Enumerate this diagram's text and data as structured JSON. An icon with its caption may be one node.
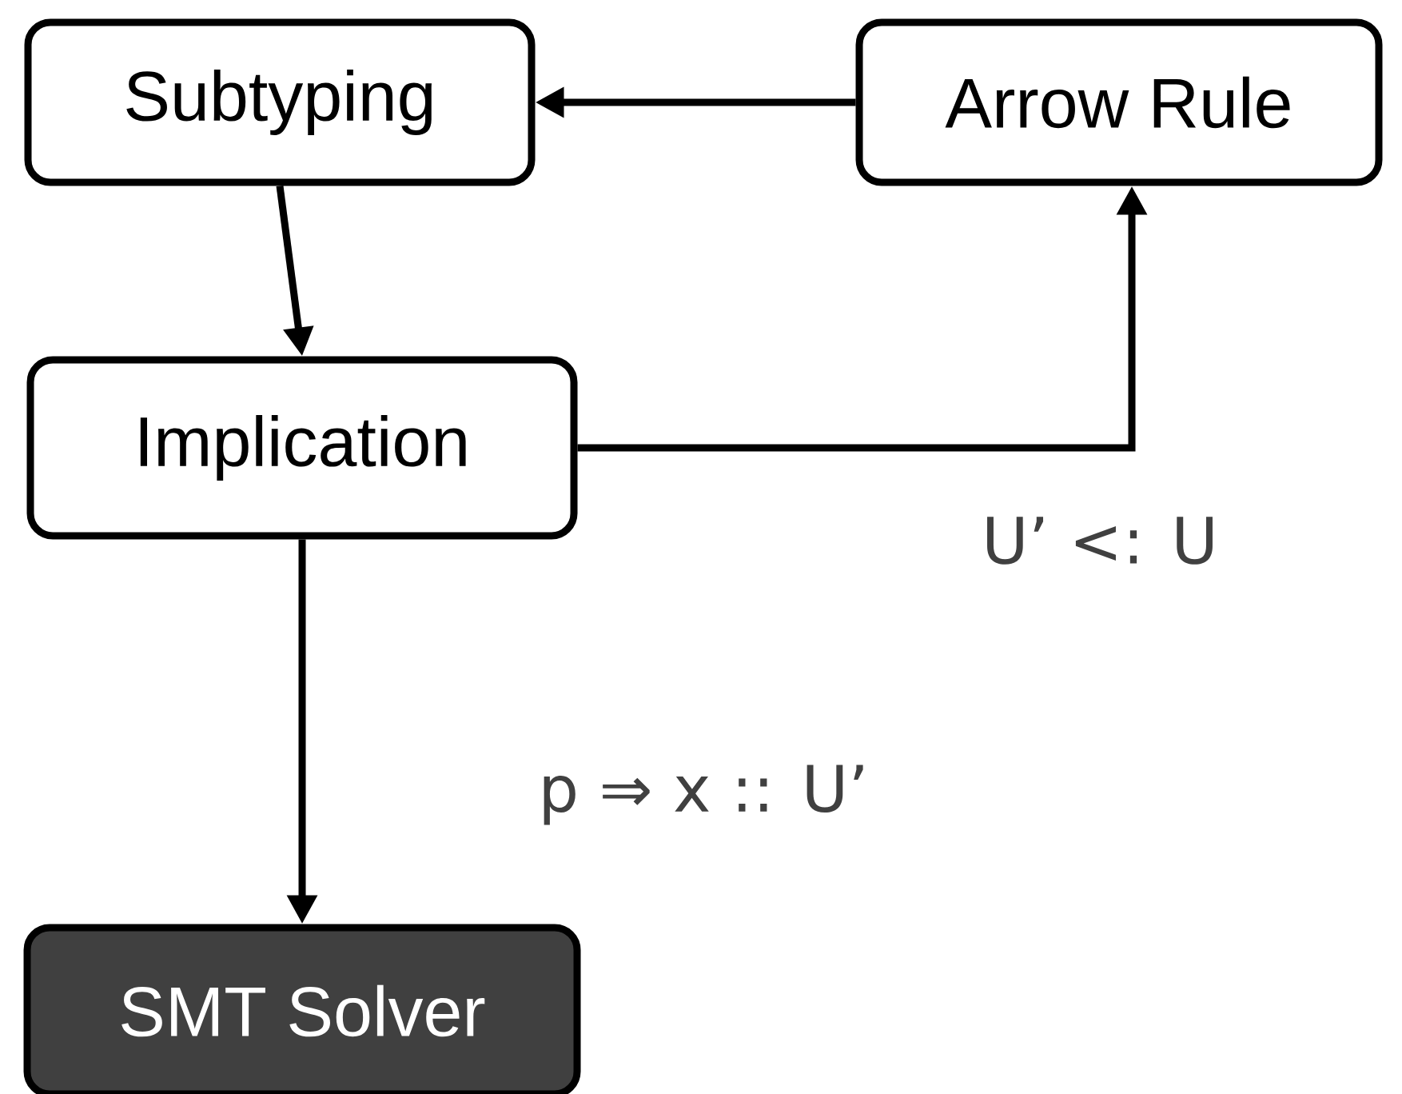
{
  "diagram": {
    "nodes": [
      {
        "text": [
          "Subtyping"
        ]
      },
      {
        "text": [
          "Arrow Rule"
        ]
      },
      {
        "text": [
          "Implication"
        ]
      },
      {
        "text": [
          "SMT Solver"
        ]
      }
    ],
    "edges": [
      {
        "from": 1,
        "to": 0,
        "arrow": "to"
      },
      {
        "from": 0,
        "to": 2,
        "arrow": "to"
      },
      {
        "from": 2,
        "to": 1,
        "arrow": "to",
        "label": "U’ <: U"
      },
      {
        "from": 2,
        "to": 3,
        "arrow": "to",
        "label": "p ⇒ x :: U’"
      }
    ]
  }
}
